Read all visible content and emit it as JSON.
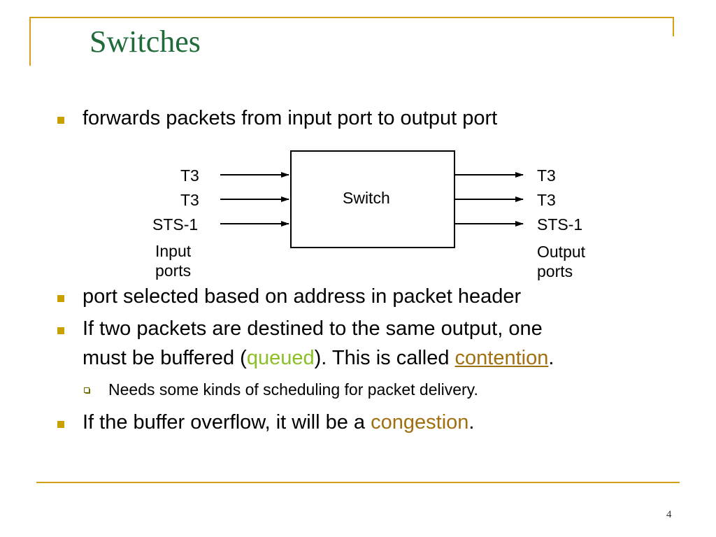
{
  "title": "Switches",
  "bullets": [
    {
      "text": "forwards packets from input port to output port"
    },
    {
      "text": "port selected based on address in packet header"
    },
    {
      "line1": "If two packets are destined to the same output, one",
      "line2_prefix": "must be buffered (",
      "line2_highlight": "queued",
      "line2_middle": "). This is called ",
      "line2_link": "contention",
      "line2_suffix": "."
    },
    {
      "prefix": "If the buffer overflow, it will be a ",
      "highlight": "congestion",
      "suffix": "."
    }
  ],
  "sub_bullets": [
    {
      "text": "Needs some kinds of scheduling for packet delivery."
    }
  ],
  "diagram": {
    "switch_label": "Switch",
    "input_ports": [
      "T3",
      "T3",
      "STS-1"
    ],
    "output_ports": [
      "T3",
      "T3",
      "STS-1"
    ],
    "input_caption_line1": "Input",
    "input_caption_line2": "ports",
    "output_caption_line1": "Output",
    "output_caption_line2": "ports"
  },
  "page_number": "4",
  "colors": {
    "title": "#1f6b3a",
    "frame": "#d4a017",
    "bullet": "#c8a000",
    "queued": "#8cbf26",
    "contention": "#a07010",
    "congestion": "#a07010"
  }
}
